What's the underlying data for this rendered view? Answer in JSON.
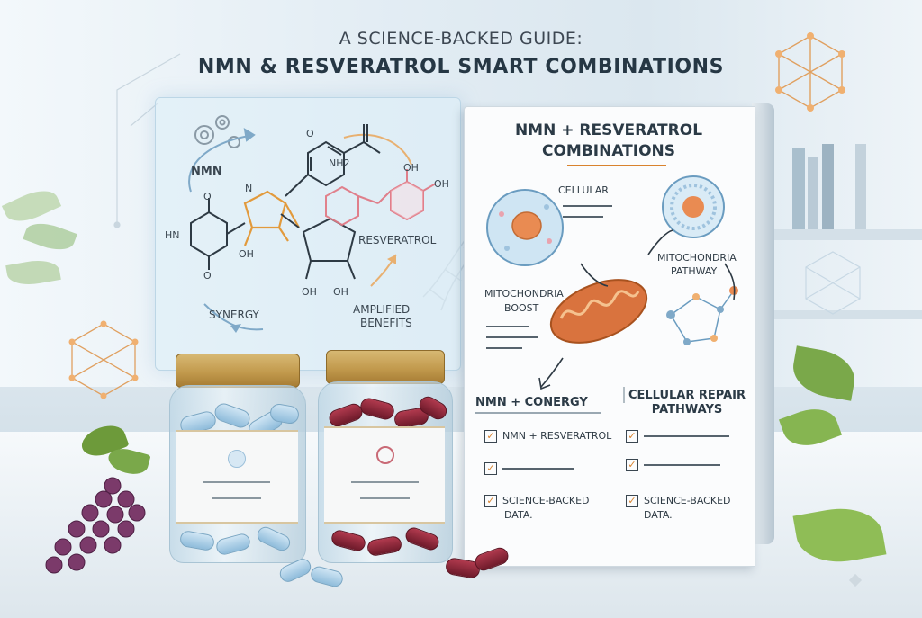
{
  "header": {
    "title_line1": "A SCIENCE-BACKED GUIDE:",
    "title_line2": "NMN & RESVERATROL SMART COMBINATIONS"
  },
  "diagram": {
    "nmn_label": "NMN",
    "nh2_label": "NH2",
    "hn_label": "HN",
    "n_label": "N",
    "oh_labels": [
      "OH",
      "OH",
      "OH",
      "OH",
      "OH"
    ],
    "o_labels": [
      "O",
      "O",
      "O"
    ],
    "resveratrol_label": "RESVERATROL",
    "synergy_label": "SYNERGY",
    "amplified_line1": "AMPLIFIED",
    "amplified_line2": "BENEFITS"
  },
  "notebook": {
    "title_line1": "NMN + RESVERATROL",
    "title_line2": "COMBINATIONS",
    "cellular_label": "CELLULAR",
    "mito_pathway_line1": "MITOCHONDRIA",
    "mito_pathway_line2": "PATHWAY",
    "mito_boost_line1": "MITOCHONDRIA",
    "mito_boost_line2": "BOOST",
    "left_heading": "NMN + CONERGY",
    "right_heading_line1": "CELLULAR REPAIR",
    "right_heading_line2": "PATHWAYS",
    "left_items": [
      "NMN + RESVERATROL",
      "SCIENCE-BACKED",
      "DATA."
    ],
    "right_items": [
      "SCIENCE-BACKED",
      "DATA."
    ]
  },
  "colors": {
    "accent_orange": "#d9832e",
    "jar_lid_gold": "#c29a4d",
    "capsule_blue": "#8fbcdb",
    "capsule_red": "#8b2236"
  }
}
